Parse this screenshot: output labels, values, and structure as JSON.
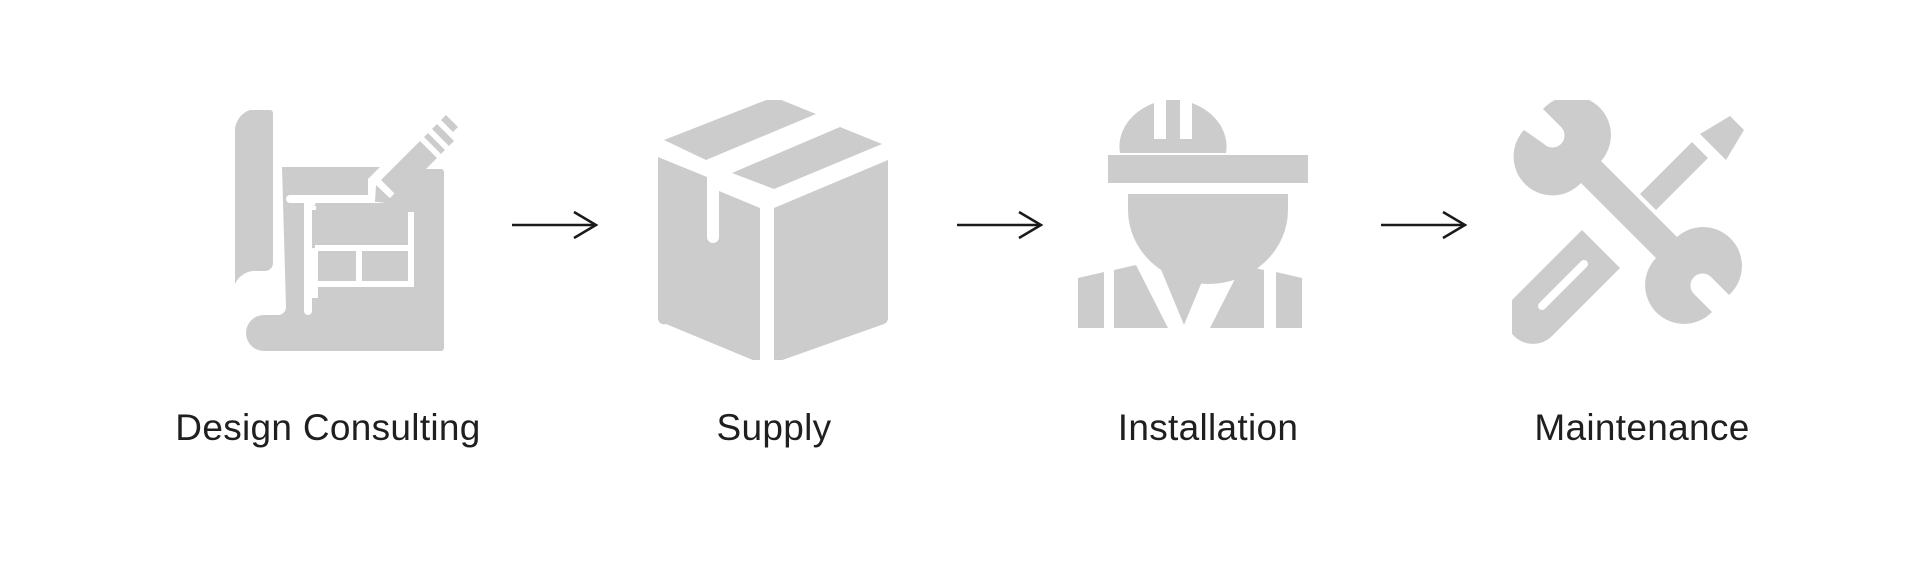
{
  "colors": {
    "icon": "#cccccc",
    "arrow": "#1a1a1a",
    "label": "#1f1f1f",
    "background": "#ffffff"
  },
  "steps": [
    {
      "label": "Design Consulting",
      "icon": "blueprint-pencil-icon"
    },
    {
      "label": "Supply",
      "icon": "box-icon"
    },
    {
      "label": "Installation",
      "icon": "worker-hardhat-icon"
    },
    {
      "label": "Maintenance",
      "icon": "wrench-screwdriver-icon"
    }
  ]
}
